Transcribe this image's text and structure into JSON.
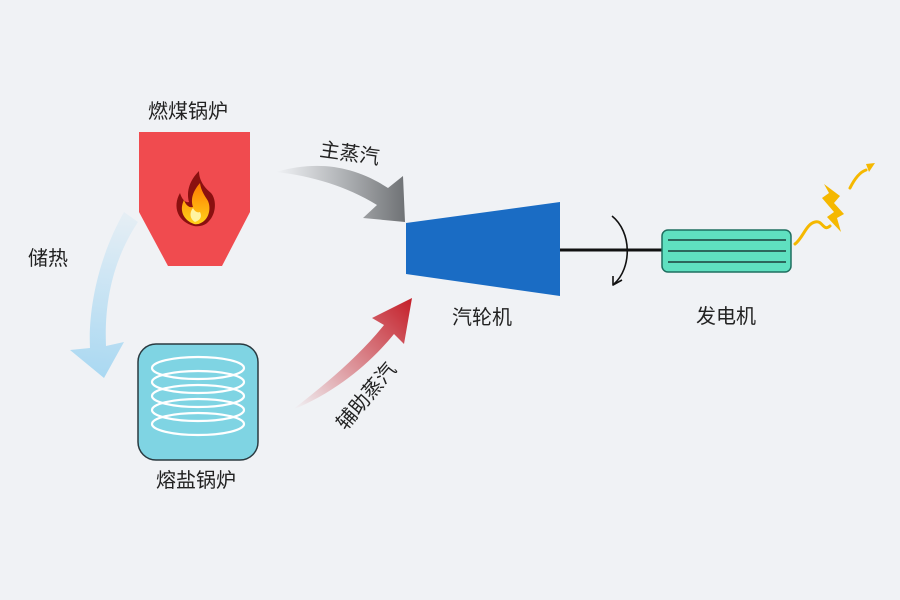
{
  "labels": {
    "coal_boiler": "燃煤锅炉",
    "heat_storage": "储热",
    "molten_salt_boiler": "熔盐锅炉",
    "main_steam": "主蒸汽",
    "aux_steam": "辅助蒸汽",
    "turbine": "汽轮机",
    "generator": "发电机"
  },
  "colors": {
    "background": "#f0f2f5",
    "coal_boiler": "#f04b4f",
    "molten_salt_boiler": "#7fd4e3",
    "turbine": "#1a6cc4",
    "generator": "#5fe0c0",
    "main_steam_arrow": "#7a7d80",
    "aux_steam_arrow": "#c41e28",
    "heat_storage_arrow": "#a9d8f2",
    "lightning": "#f5b800"
  }
}
